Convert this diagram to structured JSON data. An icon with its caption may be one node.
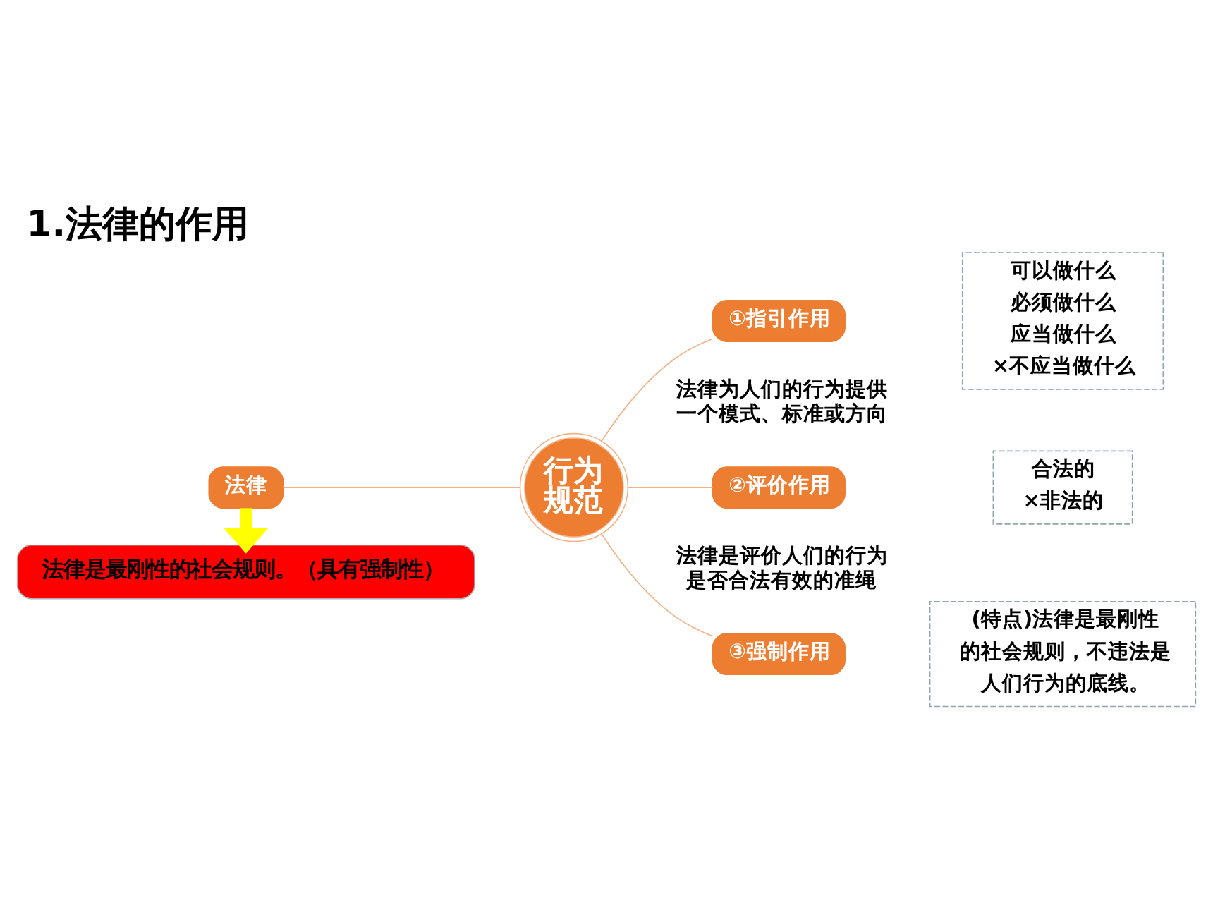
{
  "diagram": {
    "title": "1.法律的作用",
    "nodes": [
      {
        "text": [
          "法律"
        ]
      },
      {
        "text": [
          "行为规范"
        ]
      },
      {
        "text": [
          "①指引作用"
        ],
        "beside": [
          "法律为人们的行为提供一个模式、标准或方向"
        ]
      },
      {
        "text": [
          "可以做什么",
          "必须做什么",
          "应当做什么",
          "×不应当做什么"
        ]
      },
      {
        "text": [
          "②评价作用"
        ],
        "beside": [
          "法律是评价人们的行为是否合法有效的准绳"
        ]
      },
      {
        "text": [
          "合法的",
          "×非法的"
        ]
      },
      {
        "text": [
          "③强制作用"
        ]
      },
      {
        "text": [
          "(特点)法律是最刚性的社会规则，不违法是人们行为的底线。"
        ]
      },
      {
        "text": [
          "法律是最刚性的社会规则。（具有强制性）"
        ]
      }
    ],
    "edges": [
      {
        "from": 0,
        "to": 1,
        "arrow": "none"
      },
      {
        "from": 1,
        "to": 2,
        "arrow": "none"
      },
      {
        "from": 1,
        "to": 4,
        "arrow": "none"
      },
      {
        "from": 1,
        "to": 6,
        "arrow": "none"
      },
      {
        "from": 0,
        "to": 8,
        "arrow": "to",
        "style": "thick",
        "color": "#ffff00"
      }
    ]
  }
}
